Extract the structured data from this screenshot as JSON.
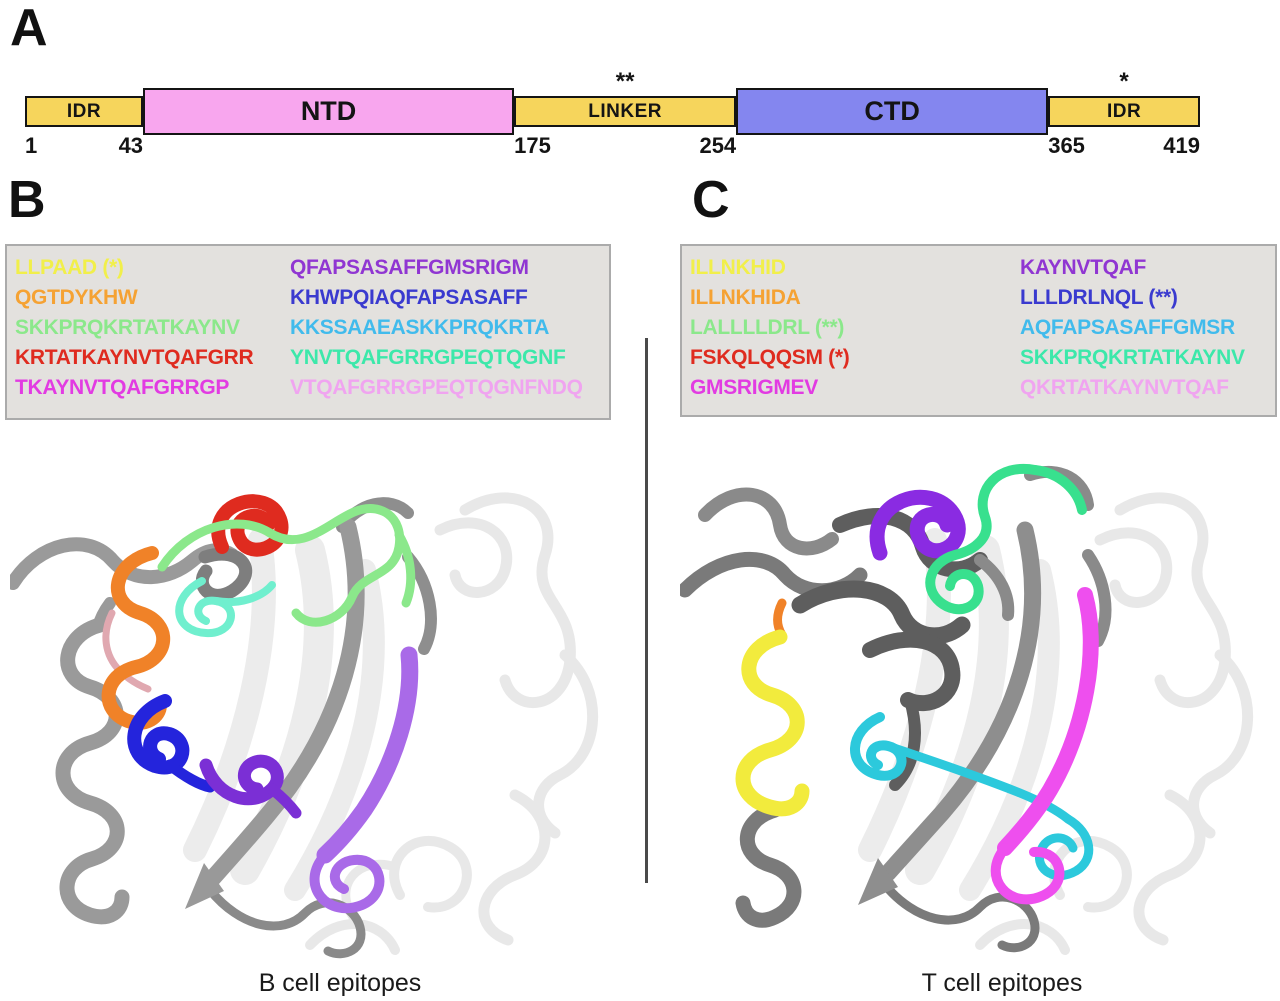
{
  "panels": {
    "a_label": "A",
    "b_label": "B",
    "c_label": "C"
  },
  "panelA": {
    "domains": [
      {
        "name": "IDR",
        "start": 1,
        "end": 43,
        "color": "#F6D55C",
        "size": "short",
        "annotation": ""
      },
      {
        "name": "NTD",
        "start": 43,
        "end": 175,
        "color": "#F8A6EE",
        "size": "tall",
        "annotation": ""
      },
      {
        "name": "LINKER",
        "start": 175,
        "end": 254,
        "color": "#F6D55C",
        "size": "short",
        "annotation": "**"
      },
      {
        "name": "CTD",
        "start": 254,
        "end": 365,
        "color": "#8486EF",
        "size": "tall",
        "annotation": ""
      },
      {
        "name": "IDR",
        "start": 365,
        "end": 419,
        "color": "#F6D55C",
        "size": "short",
        "annotation": "*"
      }
    ],
    "ticks": [
      {
        "label": "1",
        "align": "start"
      },
      {
        "label": "43",
        "align": "end"
      },
      {
        "label": "175",
        "align": "start"
      },
      {
        "label": "254",
        "align": "end"
      },
      {
        "label": "365",
        "align": "start"
      },
      {
        "label": "419",
        "align": "end"
      }
    ]
  },
  "panelB": {
    "caption": "B cell epitopes",
    "col1": [
      {
        "text": "LLPAAD (*)",
        "color": "#F1EF4A"
      },
      {
        "text": "QGTDYKHW",
        "color": "#F5A233"
      },
      {
        "text": "SKKPRQKRTATKAYNV",
        "color": "#8BE88B"
      },
      {
        "text": "KRTATKAYNVTQAFGRR",
        "color": "#DF2B1F"
      },
      {
        "text": "TKAYNVTQAFGRRGP",
        "color": "#E23BE2"
      }
    ],
    "col2": [
      {
        "text": "QFAPSASAFFGMSRIGM",
        "color": "#9036D2"
      },
      {
        "text": "KHWPQIAQFAPSASAFF",
        "color": "#3A3ACF"
      },
      {
        "text": "KKSSAAEASKKPRQKRTA",
        "color": "#41BBEC"
      },
      {
        "text": "YNVTQAFGRRGPEQTQGNF",
        "color": "#3CE8AA"
      },
      {
        "text": "VTQAFGRRGPEQTQGNFNDQ",
        "color": "#F0A4F0"
      }
    ]
  },
  "panelC": {
    "caption": "T cell epitopes",
    "col1": [
      {
        "text": "ILLNKHID",
        "color": "#F1EF4A"
      },
      {
        "text": "ILLNKHIDA",
        "color": "#F5A233"
      },
      {
        "text": "LALLLLDRL (**)",
        "color": "#8BE88B"
      },
      {
        "text": "FSKQLQQSM (*)",
        "color": "#DF2B1F"
      },
      {
        "text": "GMSRIGMEV",
        "color": "#E23BE2"
      }
    ],
    "col2": [
      {
        "text": "KAYNVTQAF",
        "color": "#9036D2"
      },
      {
        "text": "LLLDRLNQL (**)",
        "color": "#3A3ACF"
      },
      {
        "text": "AQFAPSASAFFGMSR",
        "color": "#41BBEC"
      },
      {
        "text": "SKKPRQKRTATKAYNV",
        "color": "#3CE8AA"
      },
      {
        "text": "QKRTATKAYNVTQAF",
        "color": "#F0A4F0"
      }
    ]
  }
}
